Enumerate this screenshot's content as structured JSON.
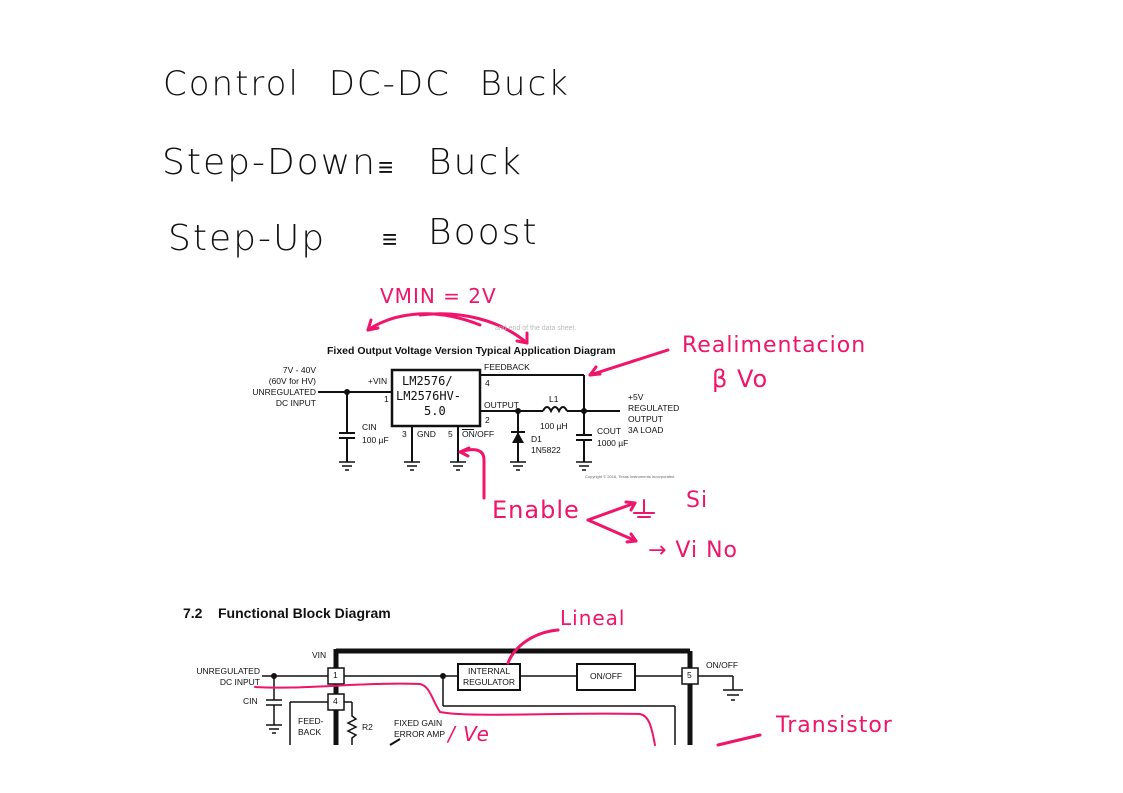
{
  "notes": {
    "title": "Control  DC-DC  Buck",
    "line1_left": "Step-Down",
    "line1_sym": "≡",
    "line1_right": "Buck",
    "line2_left": "Step-Up",
    "line2_sym": "≡",
    "line2_right": "Boost"
  },
  "annotations": {
    "vmin": "VMIN = 2V",
    "feedback_note_1": "Realimentacion",
    "feedback_note_2": "β Vo",
    "enable": "Enable",
    "enable_yes": "Si",
    "enable_no": "→ Vi  No",
    "lineal": "Lineal",
    "ve": "/ Ve",
    "transistor": "Transistor"
  },
  "app_diagram": {
    "faded_text": "and end of the data sheet.",
    "title": "Fixed Output Voltage Version Typical Application Diagram",
    "input_label": "7V - 40V\n(60V for HV)\nUNREGULATED\nDC INPUT",
    "vin_pin": "+VIN",
    "pin1": "1",
    "pin2": "2",
    "pin3": "3",
    "pin4": "4",
    "pin5": "5",
    "ic_line1": "LM2576/",
    "ic_line2": "LM2576HV-",
    "ic_line3": "5.0",
    "feedback": "FEEDBACK",
    "output": "OUTPUT",
    "gnd": "GND",
    "onoff": "ON/OFF",
    "cin": "CIN",
    "cin_val": "100 µF",
    "l1": "L1",
    "l1_val": "100 µH",
    "d1": "D1",
    "d1_val": "1N5822",
    "cout": "COUT",
    "cout_val": "1000 µF",
    "out_label": "+5V\nREGULATED\nOUTPUT\n3A LOAD",
    "copyright": "Copyright © 2016, Texas Instruments Incorporated"
  },
  "block_diagram": {
    "heading_num": "7.2",
    "heading": "Functional Block Diagram",
    "vin": "VIN",
    "input_label": "UNREGULATED\nDC INPUT",
    "cin": "CIN",
    "pin1": "1",
    "pin4": "4",
    "pin5": "5",
    "internal_regulator": "INTERNAL\nREGULATOR",
    "onoff_block": "ON/OFF",
    "onoff_pin": "ON/OFF",
    "feedback": "FEED-\nBACK",
    "r2": "R2",
    "error_amp": "FIXED GAIN\nERROR AMP"
  }
}
